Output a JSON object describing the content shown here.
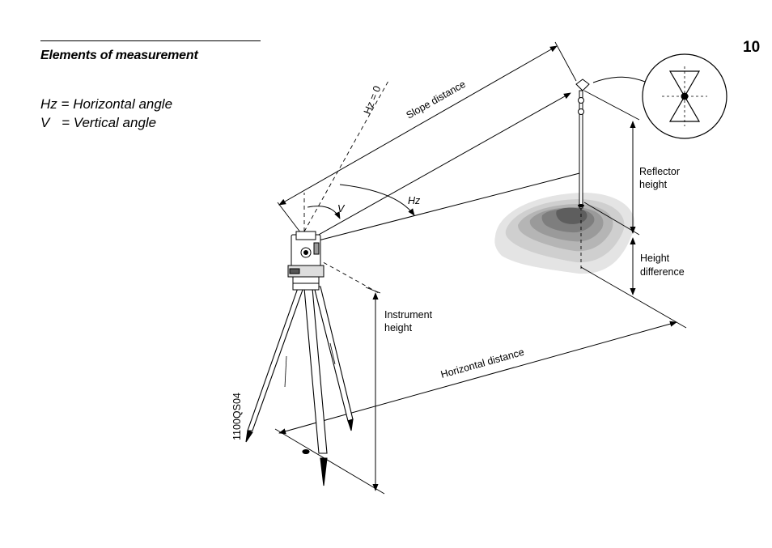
{
  "page": {
    "section_title": "Elements of measurement",
    "page_number": "10"
  },
  "legend": [
    {
      "symbol": "Hz",
      "text": "Horizontal angle"
    },
    {
      "symbol": "V",
      "text": "Vertical angle"
    }
  ],
  "diagram": {
    "hz_zero": "Hz = 0",
    "slope_distance": "Slope distance",
    "angle_v": "V",
    "angle_hz": "Hz",
    "reflector_height_1": "Reflector",
    "reflector_height_2": "height",
    "height_difference_1": "Height",
    "height_difference_2": "difference",
    "instrument_height_1": "Instrument",
    "instrument_height_2": "height",
    "horizontal_distance": "Horizontal distance",
    "figure_code": "1100QS04"
  }
}
